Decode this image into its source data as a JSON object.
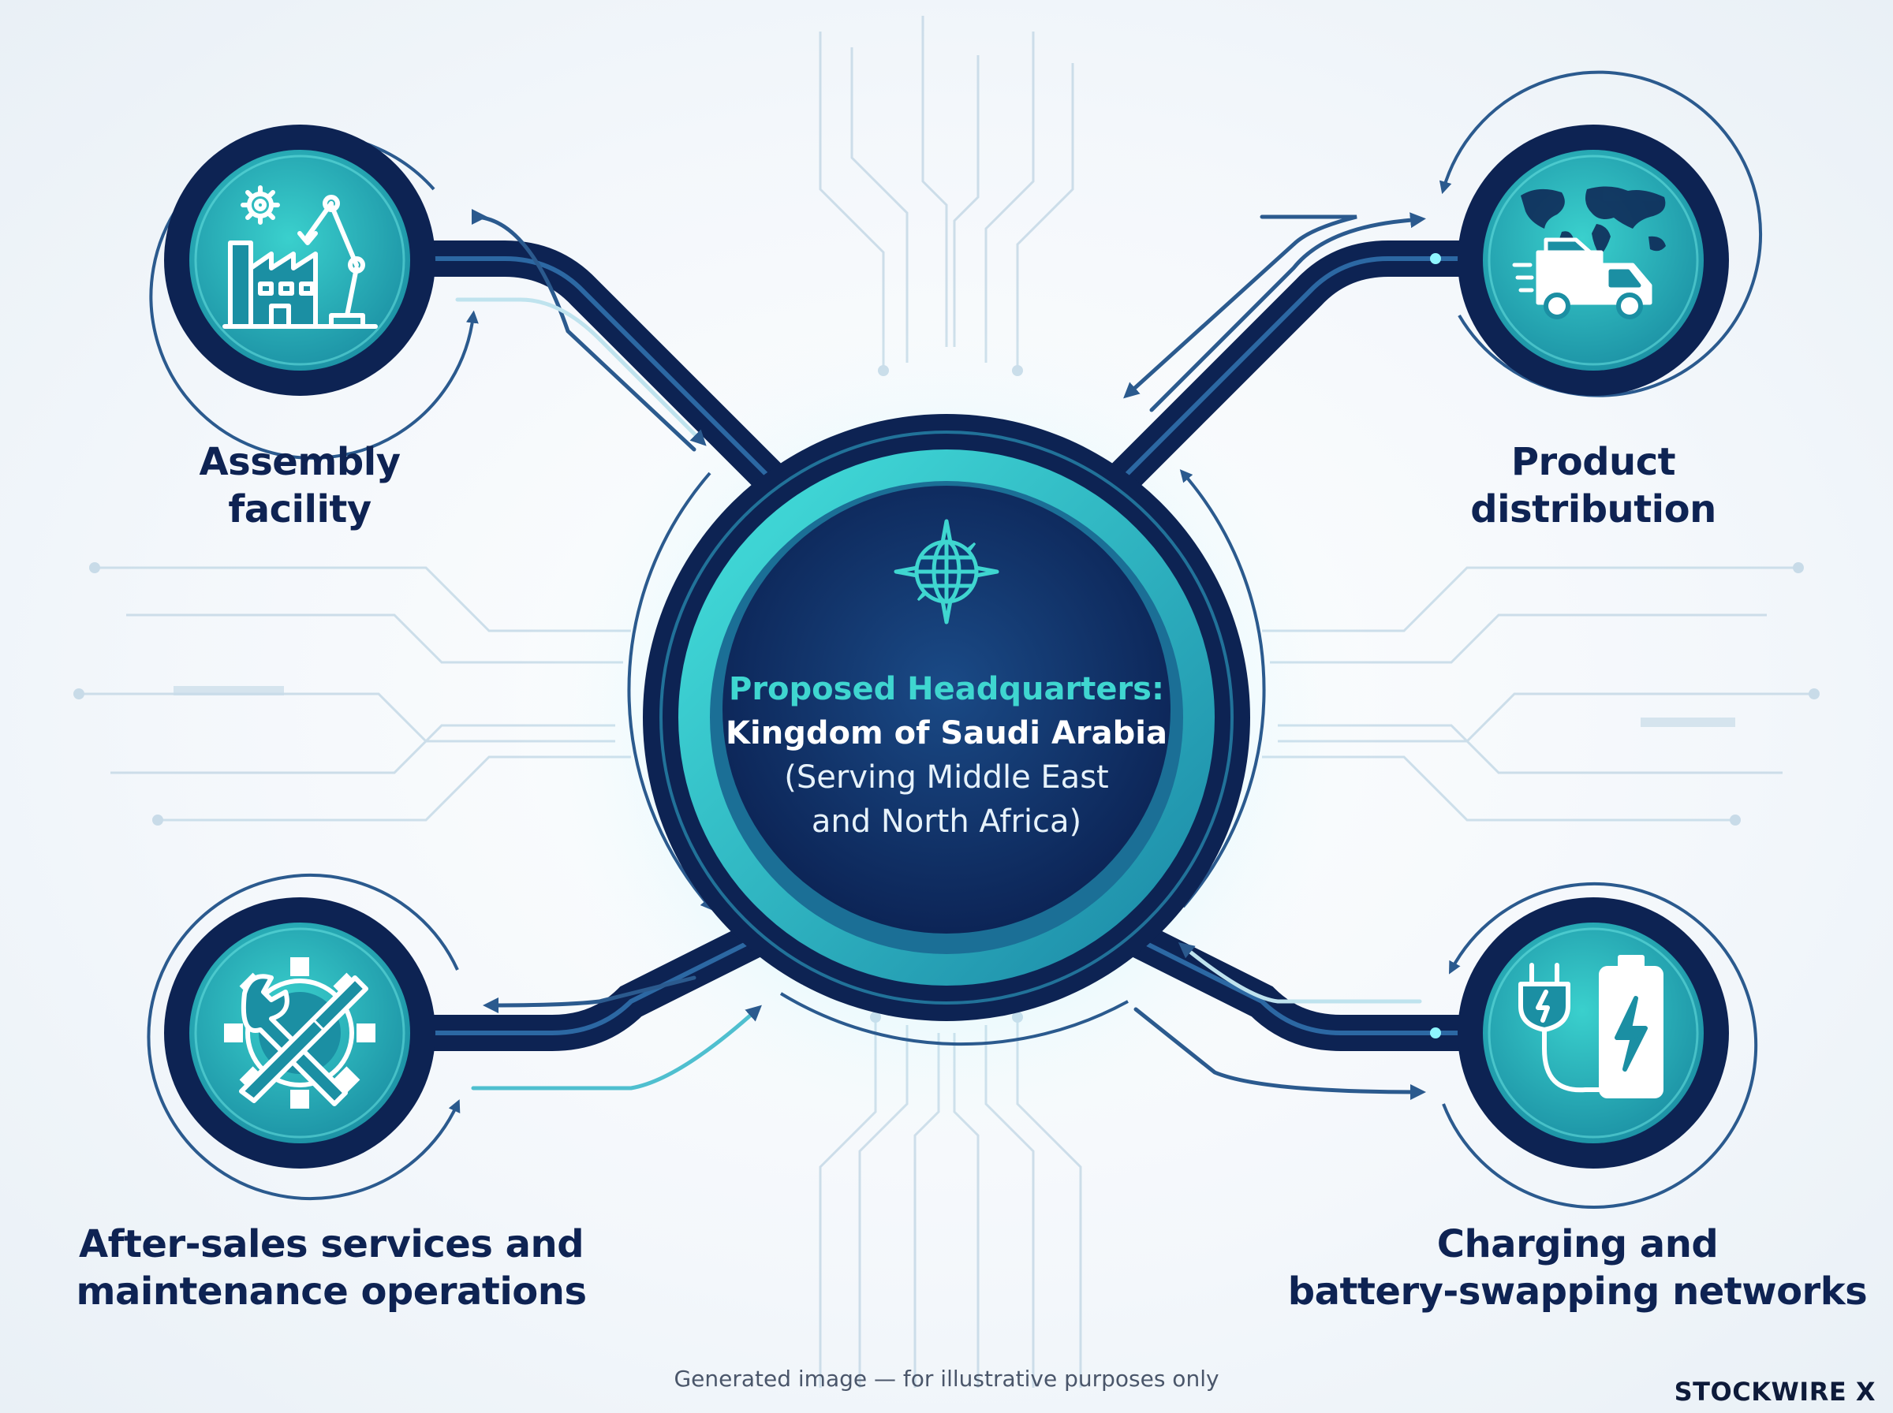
{
  "hub": {
    "title": "Proposed Headquarters:",
    "name": "Kingdom of Saudi Arabia",
    "subtitle_line1": "(Serving Middle East",
    "subtitle_line2": "and North Africa)",
    "icon": "globe-compass-icon"
  },
  "nodes": [
    {
      "id": "assembly",
      "lines": [
        "Assembly",
        "facility"
      ],
      "icon": "factory-robot-arm-icon"
    },
    {
      "id": "distribution",
      "lines": [
        "Product",
        "distribution"
      ],
      "icon": "world-map-delivery-truck-icon"
    },
    {
      "id": "after_sales",
      "lines": [
        "After-sales services and",
        "maintenance operations"
      ],
      "icon": "wrench-screwdriver-gear-icon"
    },
    {
      "id": "charging",
      "lines": [
        "Charging and",
        "battery-swapping networks"
      ],
      "icon": "plug-battery-icon"
    }
  ],
  "footer_note": "Generated image — for illustrative purposes only",
  "brand": "STOCKWIRE X",
  "colors": {
    "navy": "#0e2353",
    "deep_blue": "#123b78",
    "teal": "#2cb8c0",
    "cyan_glow": "#4fe3e0",
    "white": "#ffffff"
  }
}
